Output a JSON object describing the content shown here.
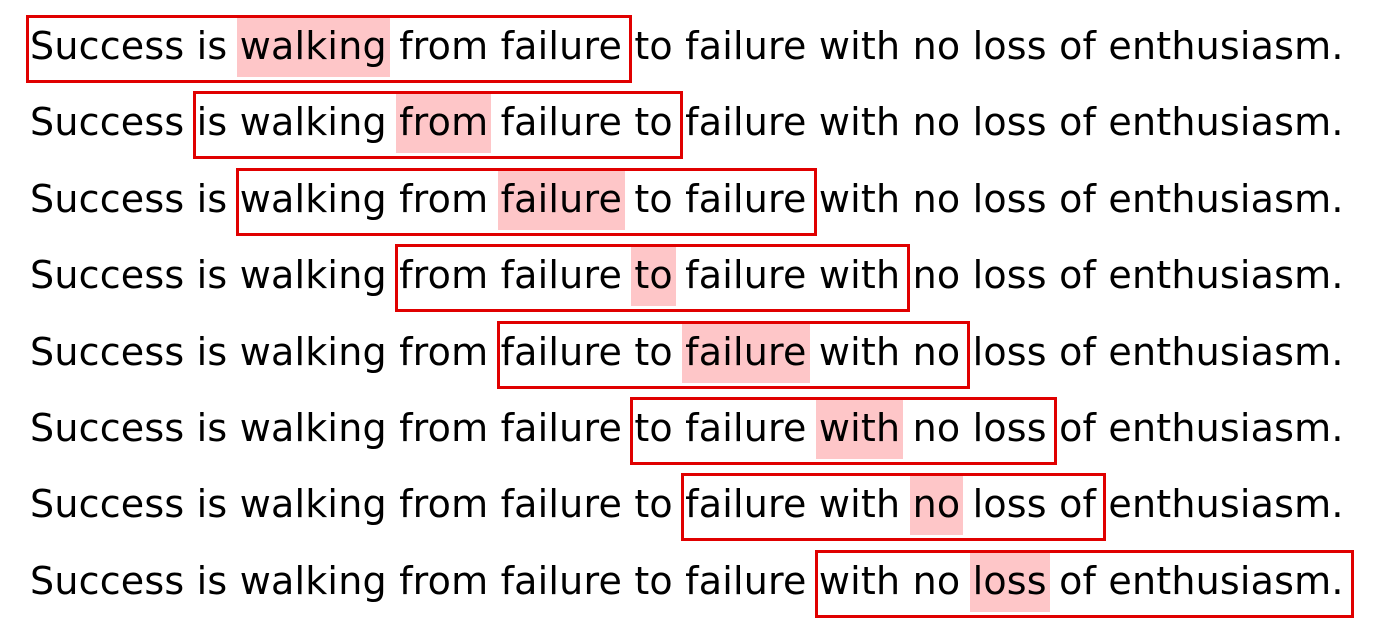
{
  "sentence_tokens": [
    "Success",
    "is",
    "walking",
    "from",
    "failure",
    "to",
    "failure",
    "with",
    "no",
    "loss",
    "of",
    "enthusiasm."
  ],
  "colors": {
    "box_border": "#e00000",
    "center_highlight": "#fec6c8",
    "text": "#000000",
    "background": "#ffffff"
  },
  "rows": [
    {
      "center": 2,
      "window_start": 0,
      "window_end": 4
    },
    {
      "center": 3,
      "window_start": 1,
      "window_end": 5
    },
    {
      "center": 4,
      "window_start": 2,
      "window_end": 6
    },
    {
      "center": 5,
      "window_start": 3,
      "window_end": 7
    },
    {
      "center": 6,
      "window_start": 4,
      "window_end": 8
    },
    {
      "center": 7,
      "window_start": 5,
      "window_end": 9
    },
    {
      "center": 8,
      "window_start": 6,
      "window_end": 10
    },
    {
      "center": 9,
      "window_start": 7,
      "window_end": 11
    }
  ]
}
